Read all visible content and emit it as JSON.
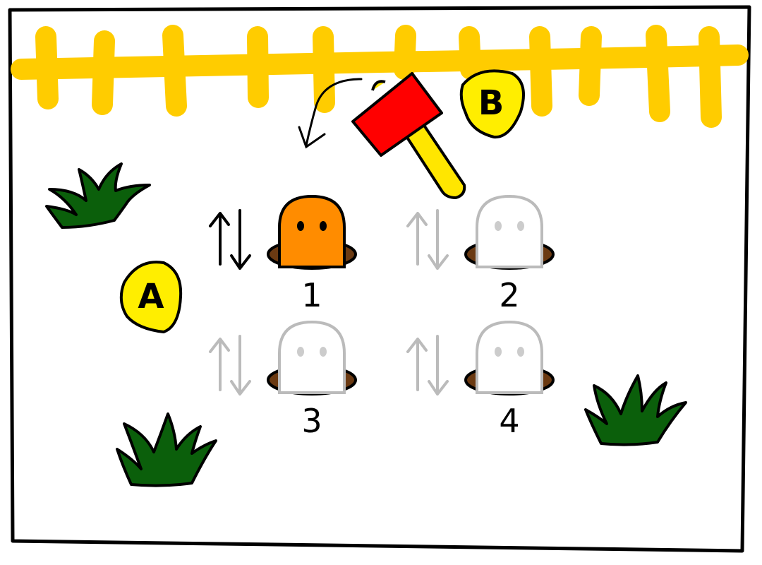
{
  "colors": {
    "fence": "#FFCC00",
    "grass": "#0B5F0B",
    "mole_active": "#FF8C00",
    "mole_inactive": "#FFFFFF",
    "hole": "#6B3A12",
    "hammer_head": "#FF0000",
    "hammer_handle": "#FFE600",
    "badge": "#FFEE00",
    "arrow_active": "#000000",
    "arrow_inactive": "#BBBBBB"
  },
  "badges": {
    "a": "A",
    "b": "B"
  },
  "moles": [
    {
      "label": "1",
      "active": true
    },
    {
      "label": "2",
      "active": false
    },
    {
      "label": "3",
      "active": false
    },
    {
      "label": "4",
      "active": false
    }
  ],
  "icons": {
    "hammer": "hammer-icon",
    "grass": "grass-icon",
    "fence": "fence-icon",
    "updown": "up-down-arrow-icon",
    "curved": "curved-arrow-icon"
  }
}
